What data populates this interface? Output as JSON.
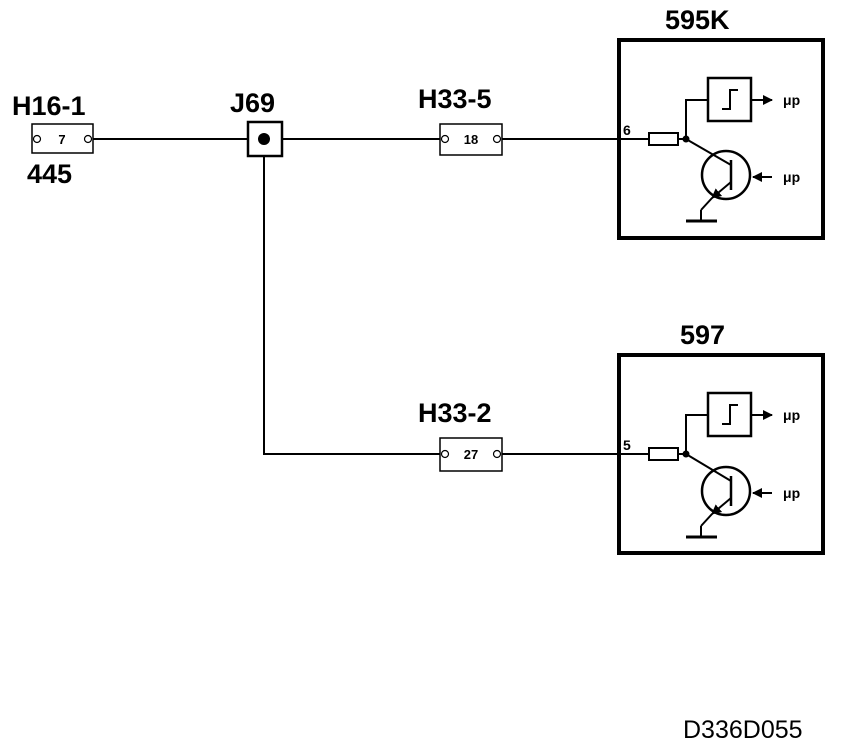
{
  "connectors": {
    "h16_1": {
      "label": "H16-1",
      "pin": "7",
      "sub": "445"
    },
    "j69": {
      "label": "J69"
    },
    "h33_5": {
      "label": "H33-5",
      "pin": "18"
    },
    "h33_2": {
      "label": "H33-2",
      "pin": "27"
    }
  },
  "modules": {
    "top": {
      "label": "595K",
      "input_pin": "6",
      "out_label": "μp",
      "in_label": "μp"
    },
    "bottom": {
      "label": "597",
      "input_pin": "5",
      "out_label": "μp",
      "in_label": "μp"
    }
  },
  "reference": "D336D055"
}
